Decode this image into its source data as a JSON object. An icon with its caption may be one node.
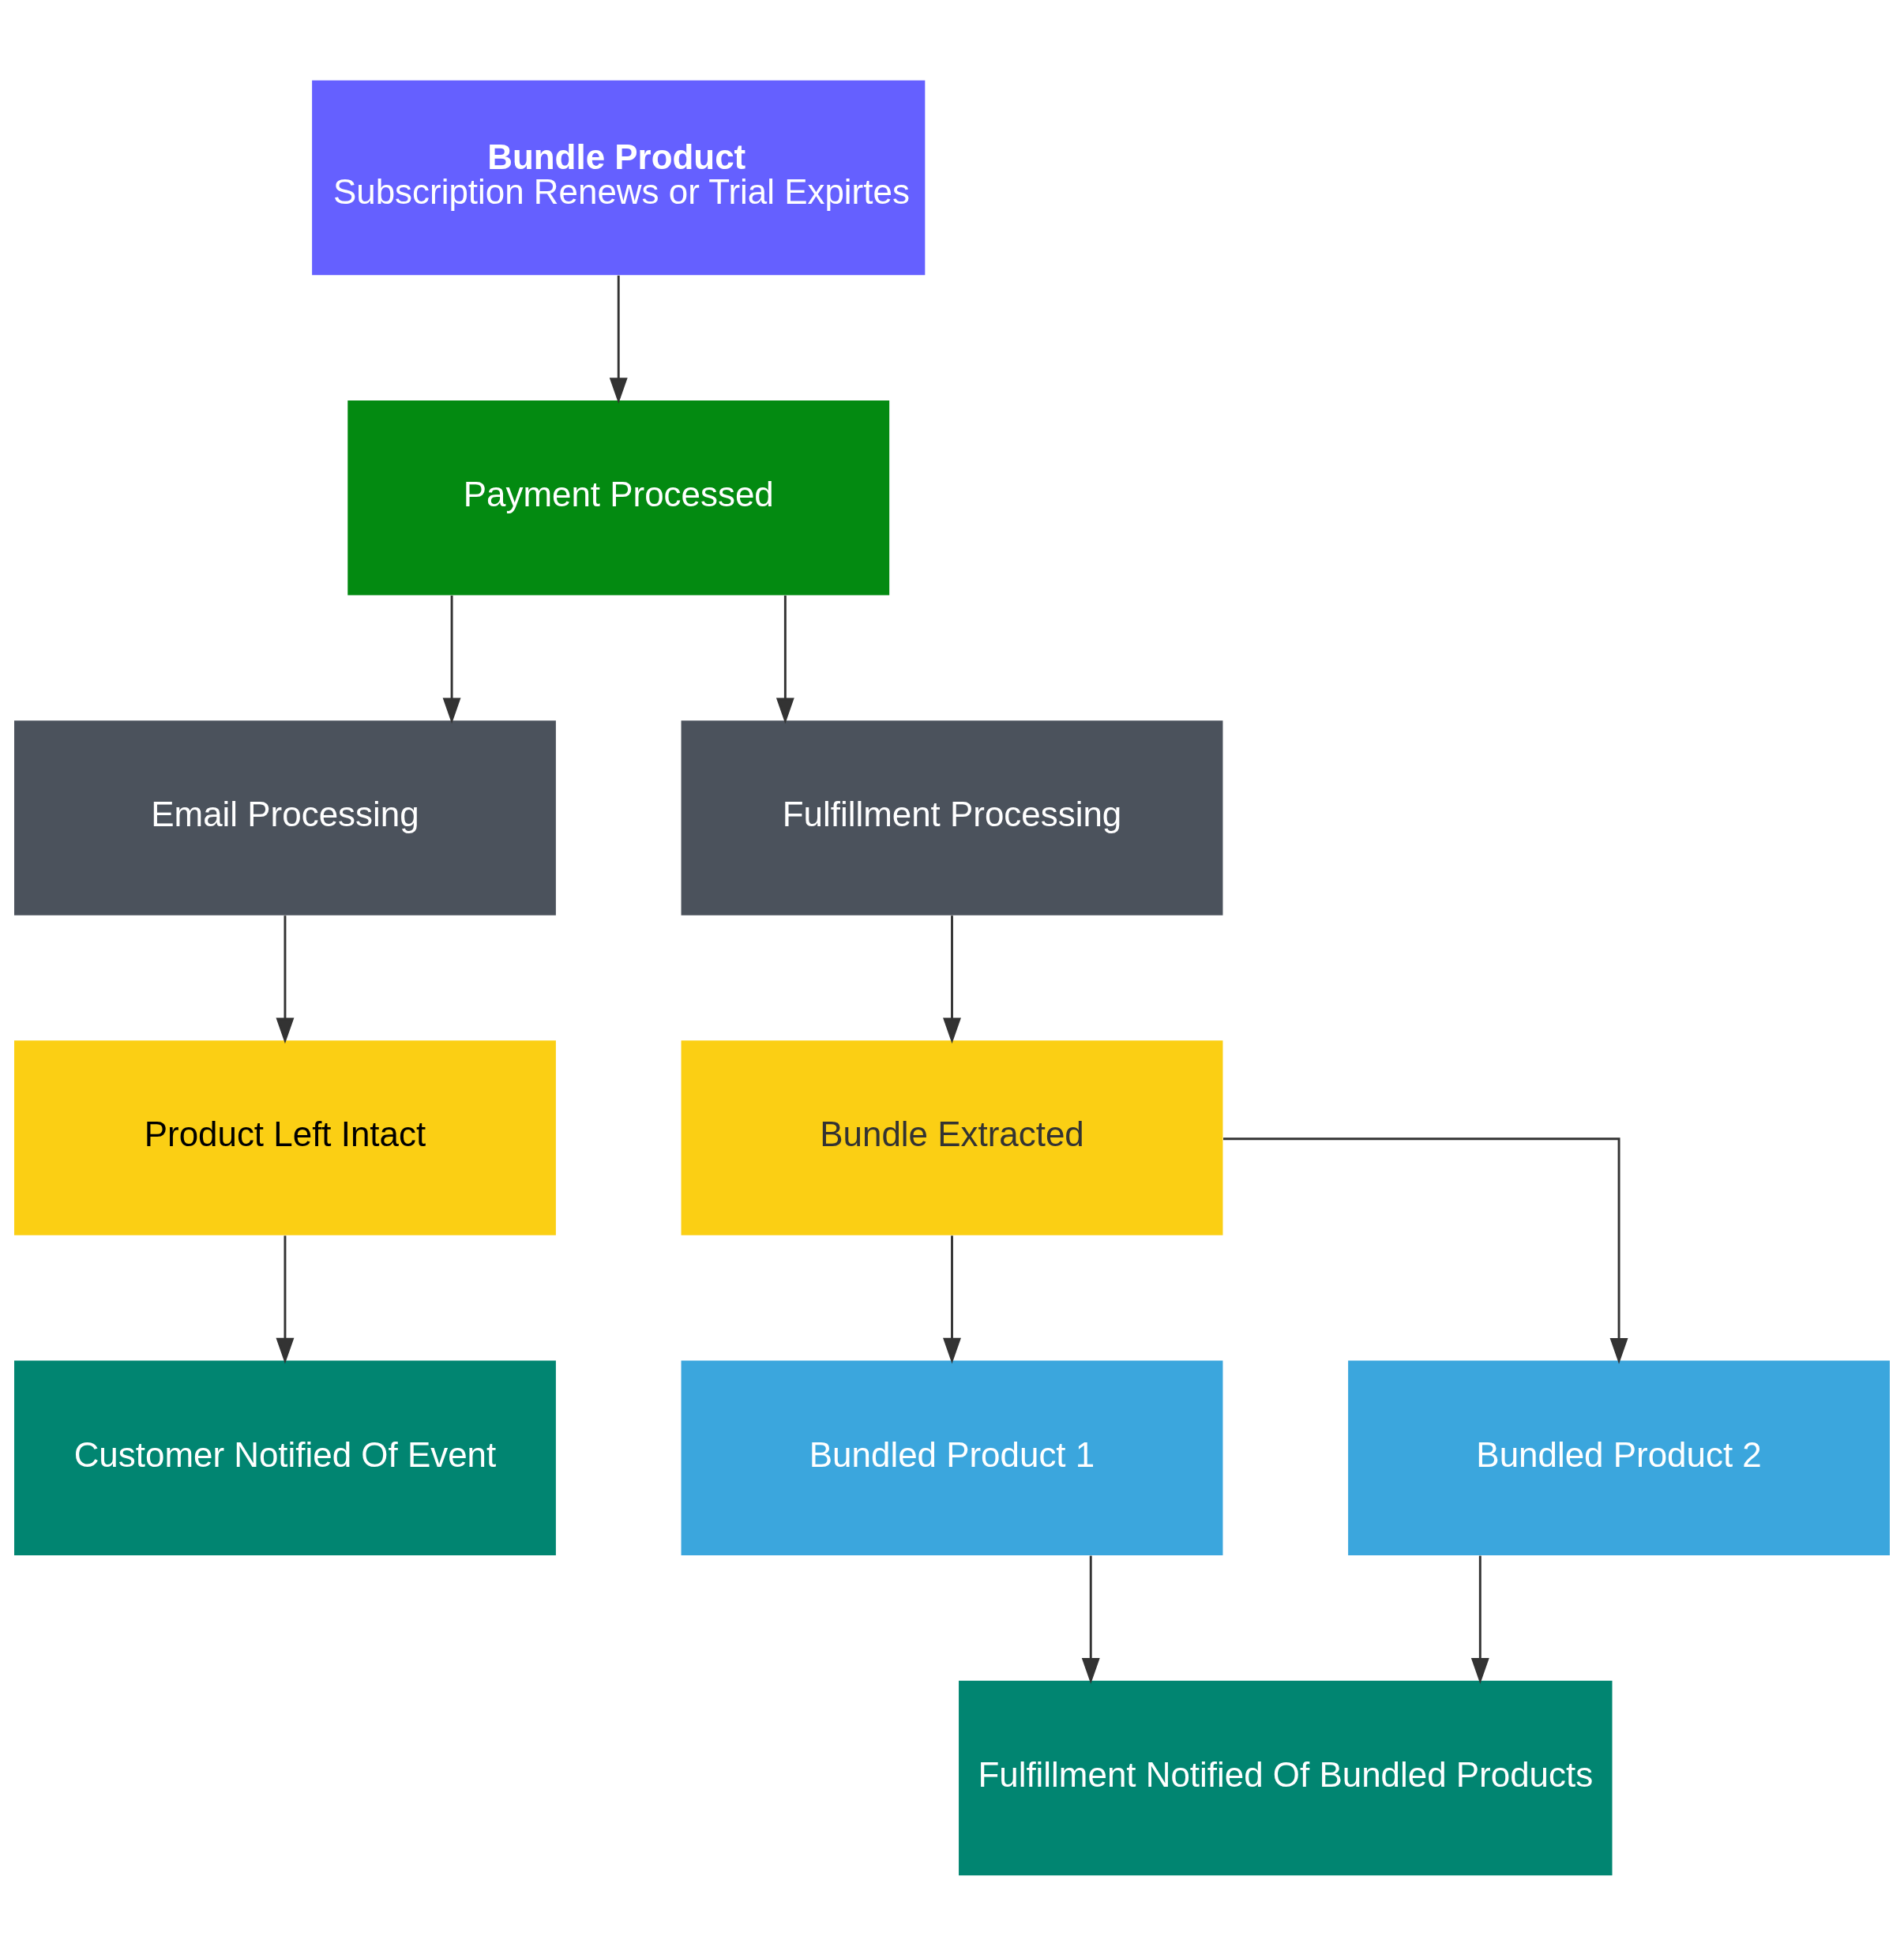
{
  "diagram": {
    "nodes": [
      {
        "text": [
          "Bundle Product",
          "Subscription Renews or Trial Expirtes"
        ]
      },
      {
        "text": [
          "Payment Processed"
        ]
      },
      {
        "text": [
          "Email Processing"
        ]
      },
      {
        "text": [
          "Fulfillment Processing"
        ]
      },
      {
        "text": [
          "Product Left Intact"
        ]
      },
      {
        "text": [
          "Bundle Extracted"
        ]
      },
      {
        "text": [
          "Customer Notified Of Event"
        ]
      },
      {
        "text": [
          "Bundled Product 1"
        ]
      },
      {
        "text": [
          "Bundled Product 2"
        ]
      },
      {
        "text": [
          "Fulfillment Notified Of Bundled Products"
        ]
      }
    ],
    "edges": [
      {
        "from": 0,
        "to": 1,
        "arrow": "to"
      },
      {
        "from": 1,
        "to": 2,
        "arrow": "to"
      },
      {
        "from": 1,
        "to": 3,
        "arrow": "to"
      },
      {
        "from": 2,
        "to": 4,
        "arrow": "to"
      },
      {
        "from": 3,
        "to": 5,
        "arrow": "to"
      },
      {
        "from": 4,
        "to": 6,
        "arrow": "to"
      },
      {
        "from": 5,
        "to": 7,
        "arrow": "to"
      },
      {
        "from": 5,
        "to": 8,
        "arrow": "to"
      },
      {
        "from": 7,
        "to": 9,
        "arrow": "to"
      },
      {
        "from": 8,
        "to": 9,
        "arrow": "to"
      }
    ]
  }
}
